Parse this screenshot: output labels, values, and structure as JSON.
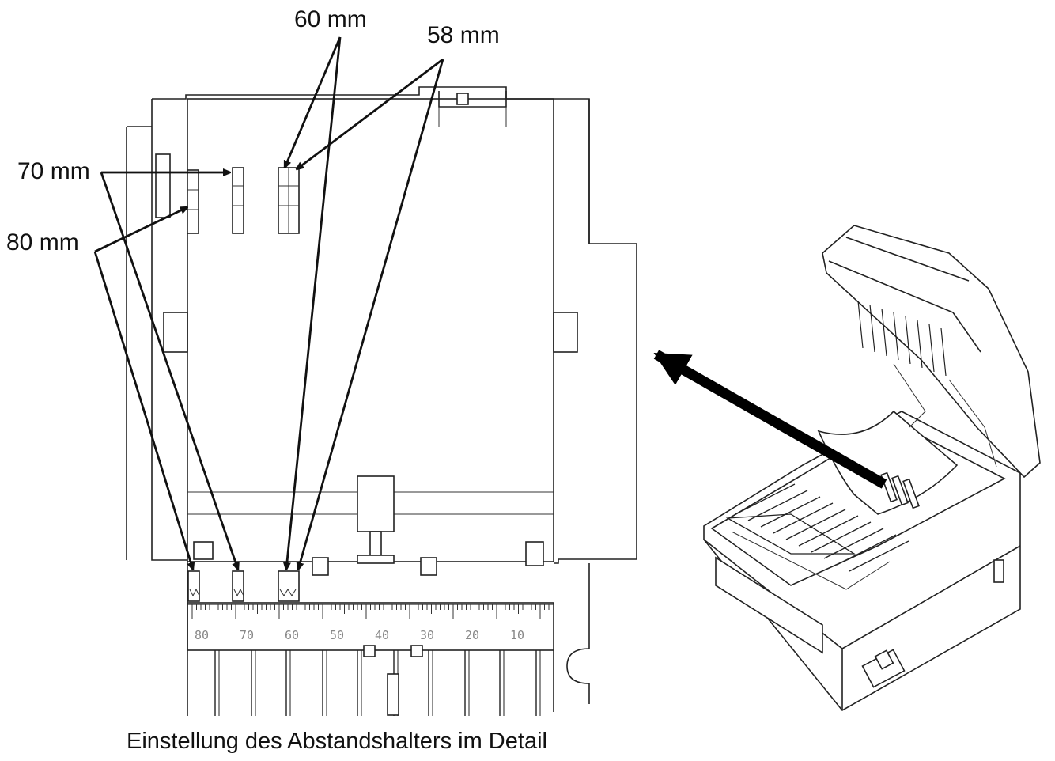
{
  "labels": {
    "label_60": "60 mm",
    "label_58": "58 mm",
    "label_70": "70 mm",
    "label_80": "80 mm"
  },
  "caption": "Einstellung des Abstandshalters im Detail",
  "scale_numbers": [
    "80",
    "70",
    "60",
    "50",
    "40",
    "30",
    "20",
    "10"
  ]
}
